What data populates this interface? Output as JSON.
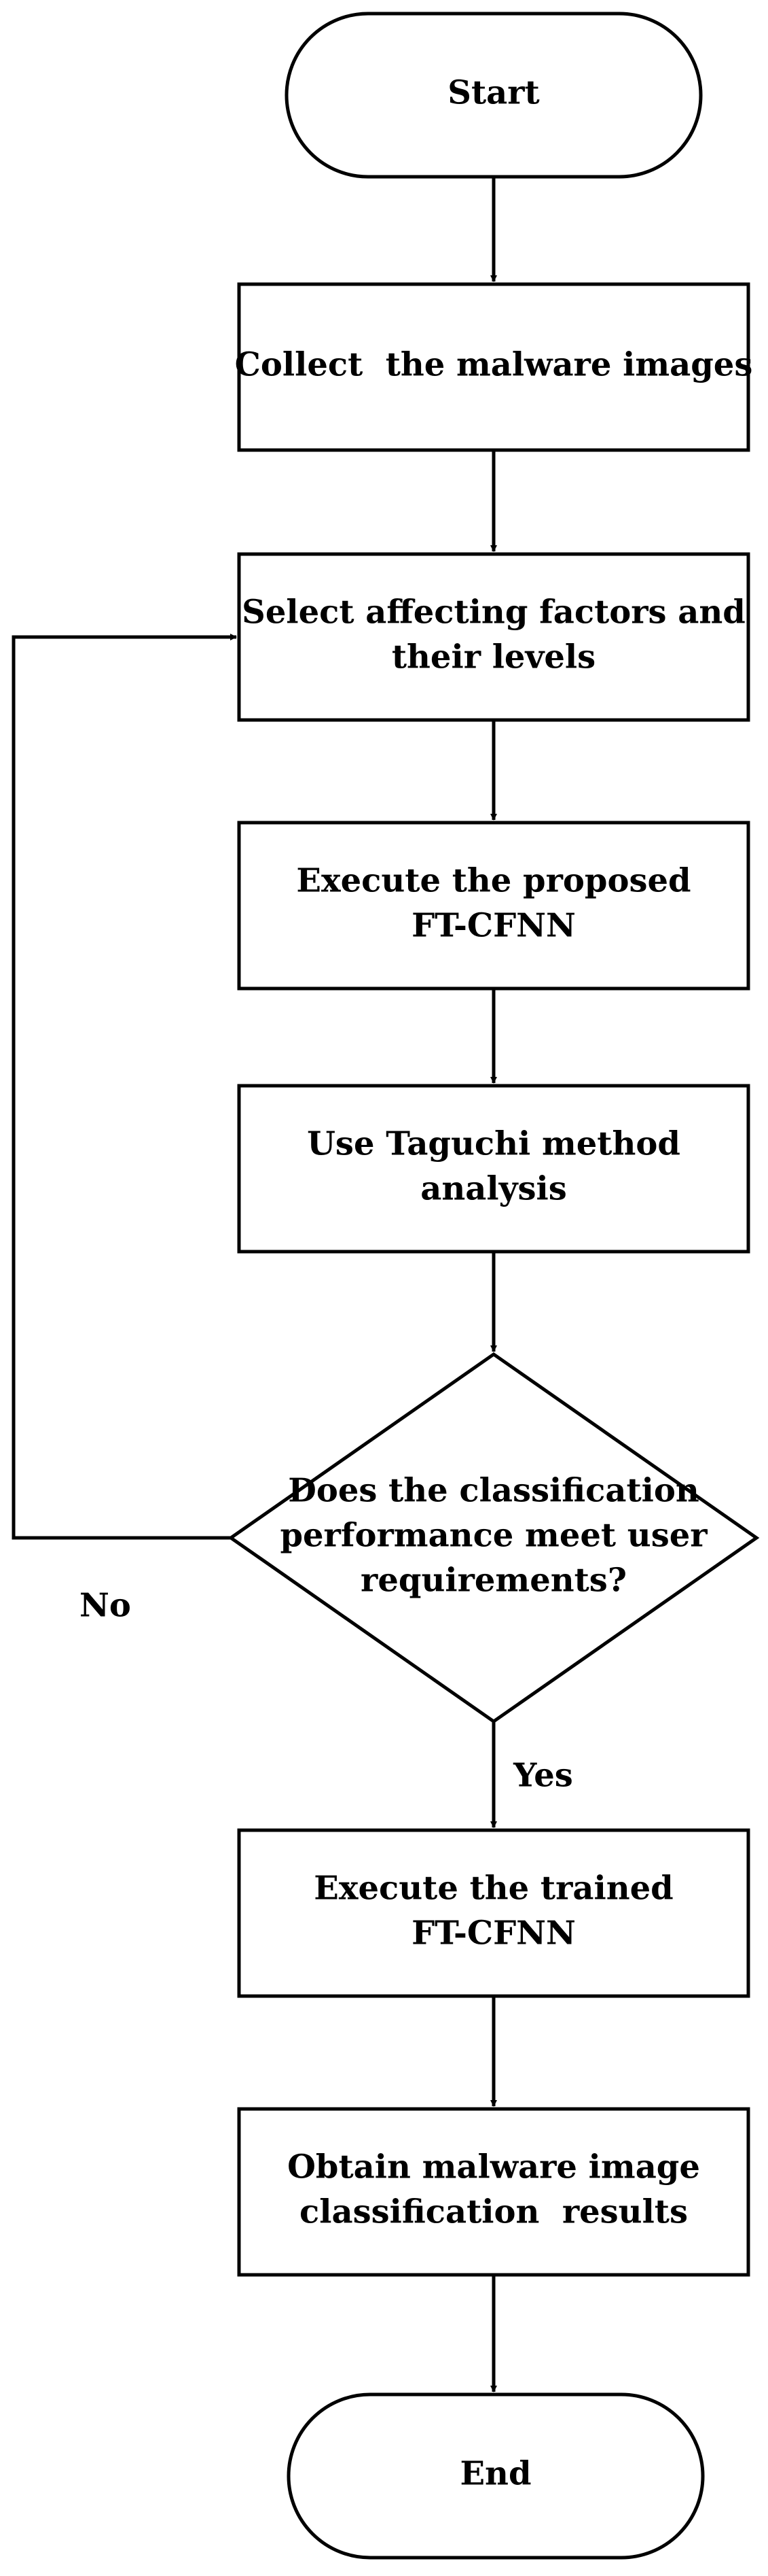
{
  "diagram": {
    "nodes": [
      {
        "id": "start",
        "kind": "terminal",
        "lines": [
          "Start"
        ]
      },
      {
        "id": "collect",
        "kind": "process",
        "lines": [
          "Collect  the malware images"
        ]
      },
      {
        "id": "select",
        "kind": "process",
        "lines": [
          "Select affecting factors and",
          "their levels"
        ]
      },
      {
        "id": "execute-proposed",
        "kind": "process",
        "lines": [
          "Execute the proposed",
          "FT-CFNN"
        ]
      },
      {
        "id": "taguchi",
        "kind": "process",
        "lines": [
          "Use Taguchi method",
          "analysis"
        ]
      },
      {
        "id": "decision",
        "kind": "decision",
        "lines": [
          "Does the classification",
          "performance meet user",
          "requirements?"
        ]
      },
      {
        "id": "execute-trained",
        "kind": "process",
        "lines": [
          "Execute the trained",
          "FT-CFNN"
        ]
      },
      {
        "id": "obtain",
        "kind": "process",
        "lines": [
          "Obtain malware image",
          "classification  results"
        ]
      },
      {
        "id": "end",
        "kind": "terminal",
        "lines": [
          "End"
        ]
      }
    ],
    "edges": [
      {
        "from": "start",
        "to": "collect",
        "label": ""
      },
      {
        "from": "collect",
        "to": "select",
        "label": ""
      },
      {
        "from": "select",
        "to": "execute-proposed",
        "label": ""
      },
      {
        "from": "execute-proposed",
        "to": "taguchi",
        "label": ""
      },
      {
        "from": "taguchi",
        "to": "decision",
        "label": ""
      },
      {
        "from": "decision",
        "to": "select",
        "label": "No"
      },
      {
        "from": "decision",
        "to": "execute-trained",
        "label": "Yes"
      },
      {
        "from": "execute-trained",
        "to": "obtain",
        "label": ""
      },
      {
        "from": "obtain",
        "to": "end",
        "label": ""
      }
    ]
  }
}
